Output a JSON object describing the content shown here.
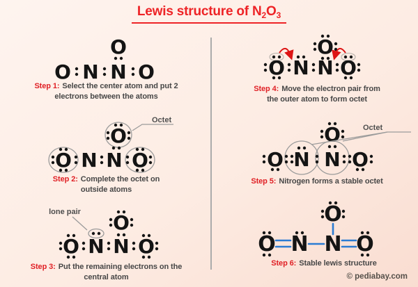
{
  "title": {
    "prefix": "Lewis structure of N",
    "sub1": "2",
    "mid": "O",
    "sub2": "3"
  },
  "steps": [
    {
      "label": "Step 1:",
      "line1": "Select the center atom and put 2",
      "line2": "electrons between the atoms"
    },
    {
      "label": "Step 2:",
      "line1": "Complete the octet on",
      "line2": "outside atoms"
    },
    {
      "label": "Step 3:",
      "line1": "Put the remaining electrons on the",
      "line2": "central atom"
    },
    {
      "label": "Step 4:",
      "line1": "Move the electron pair from",
      "line2": "the outer atom to form octet"
    },
    {
      "label": "Step 5:",
      "line1": "Nitrogen forms a stable octet",
      "line2": ""
    },
    {
      "label": "Step 6:",
      "line1": "Stable lewis structure",
      "line2": ""
    }
  ],
  "structures": {
    "step1": {
      "top": "O",
      "row": [
        "O",
        "N",
        "N",
        "O"
      ]
    },
    "step2": {
      "top": "O",
      "row": [
        "O",
        "N",
        "N",
        "O"
      ]
    },
    "step3": {
      "top": "O",
      "row": [
        "O",
        "N",
        "N",
        "O"
      ]
    },
    "step4": {
      "top": "O",
      "row": [
        "O",
        "N",
        "N",
        "O"
      ]
    },
    "step5": {
      "top": "O",
      "row": [
        "O",
        "N",
        "N",
        "O"
      ]
    },
    "step6": {
      "top": "O",
      "row": [
        "O",
        "N",
        "N",
        "O"
      ]
    }
  },
  "annotations": {
    "octet_step2": "Octet",
    "lone_pair_step3": "lone pair",
    "octet_step5": "Octet"
  },
  "footer": {
    "copyright": "© pediabay.com"
  },
  "colors": {
    "accent_red": "#ee2326",
    "step_label_red": "#e02025",
    "caption_gray": "#474747",
    "bond_blue": "#2b7cd3",
    "annotation_gray": "#4e4e4e",
    "divider_gray": "#ababab",
    "dot_black": "#151515",
    "background_pink": "#fdece3"
  }
}
